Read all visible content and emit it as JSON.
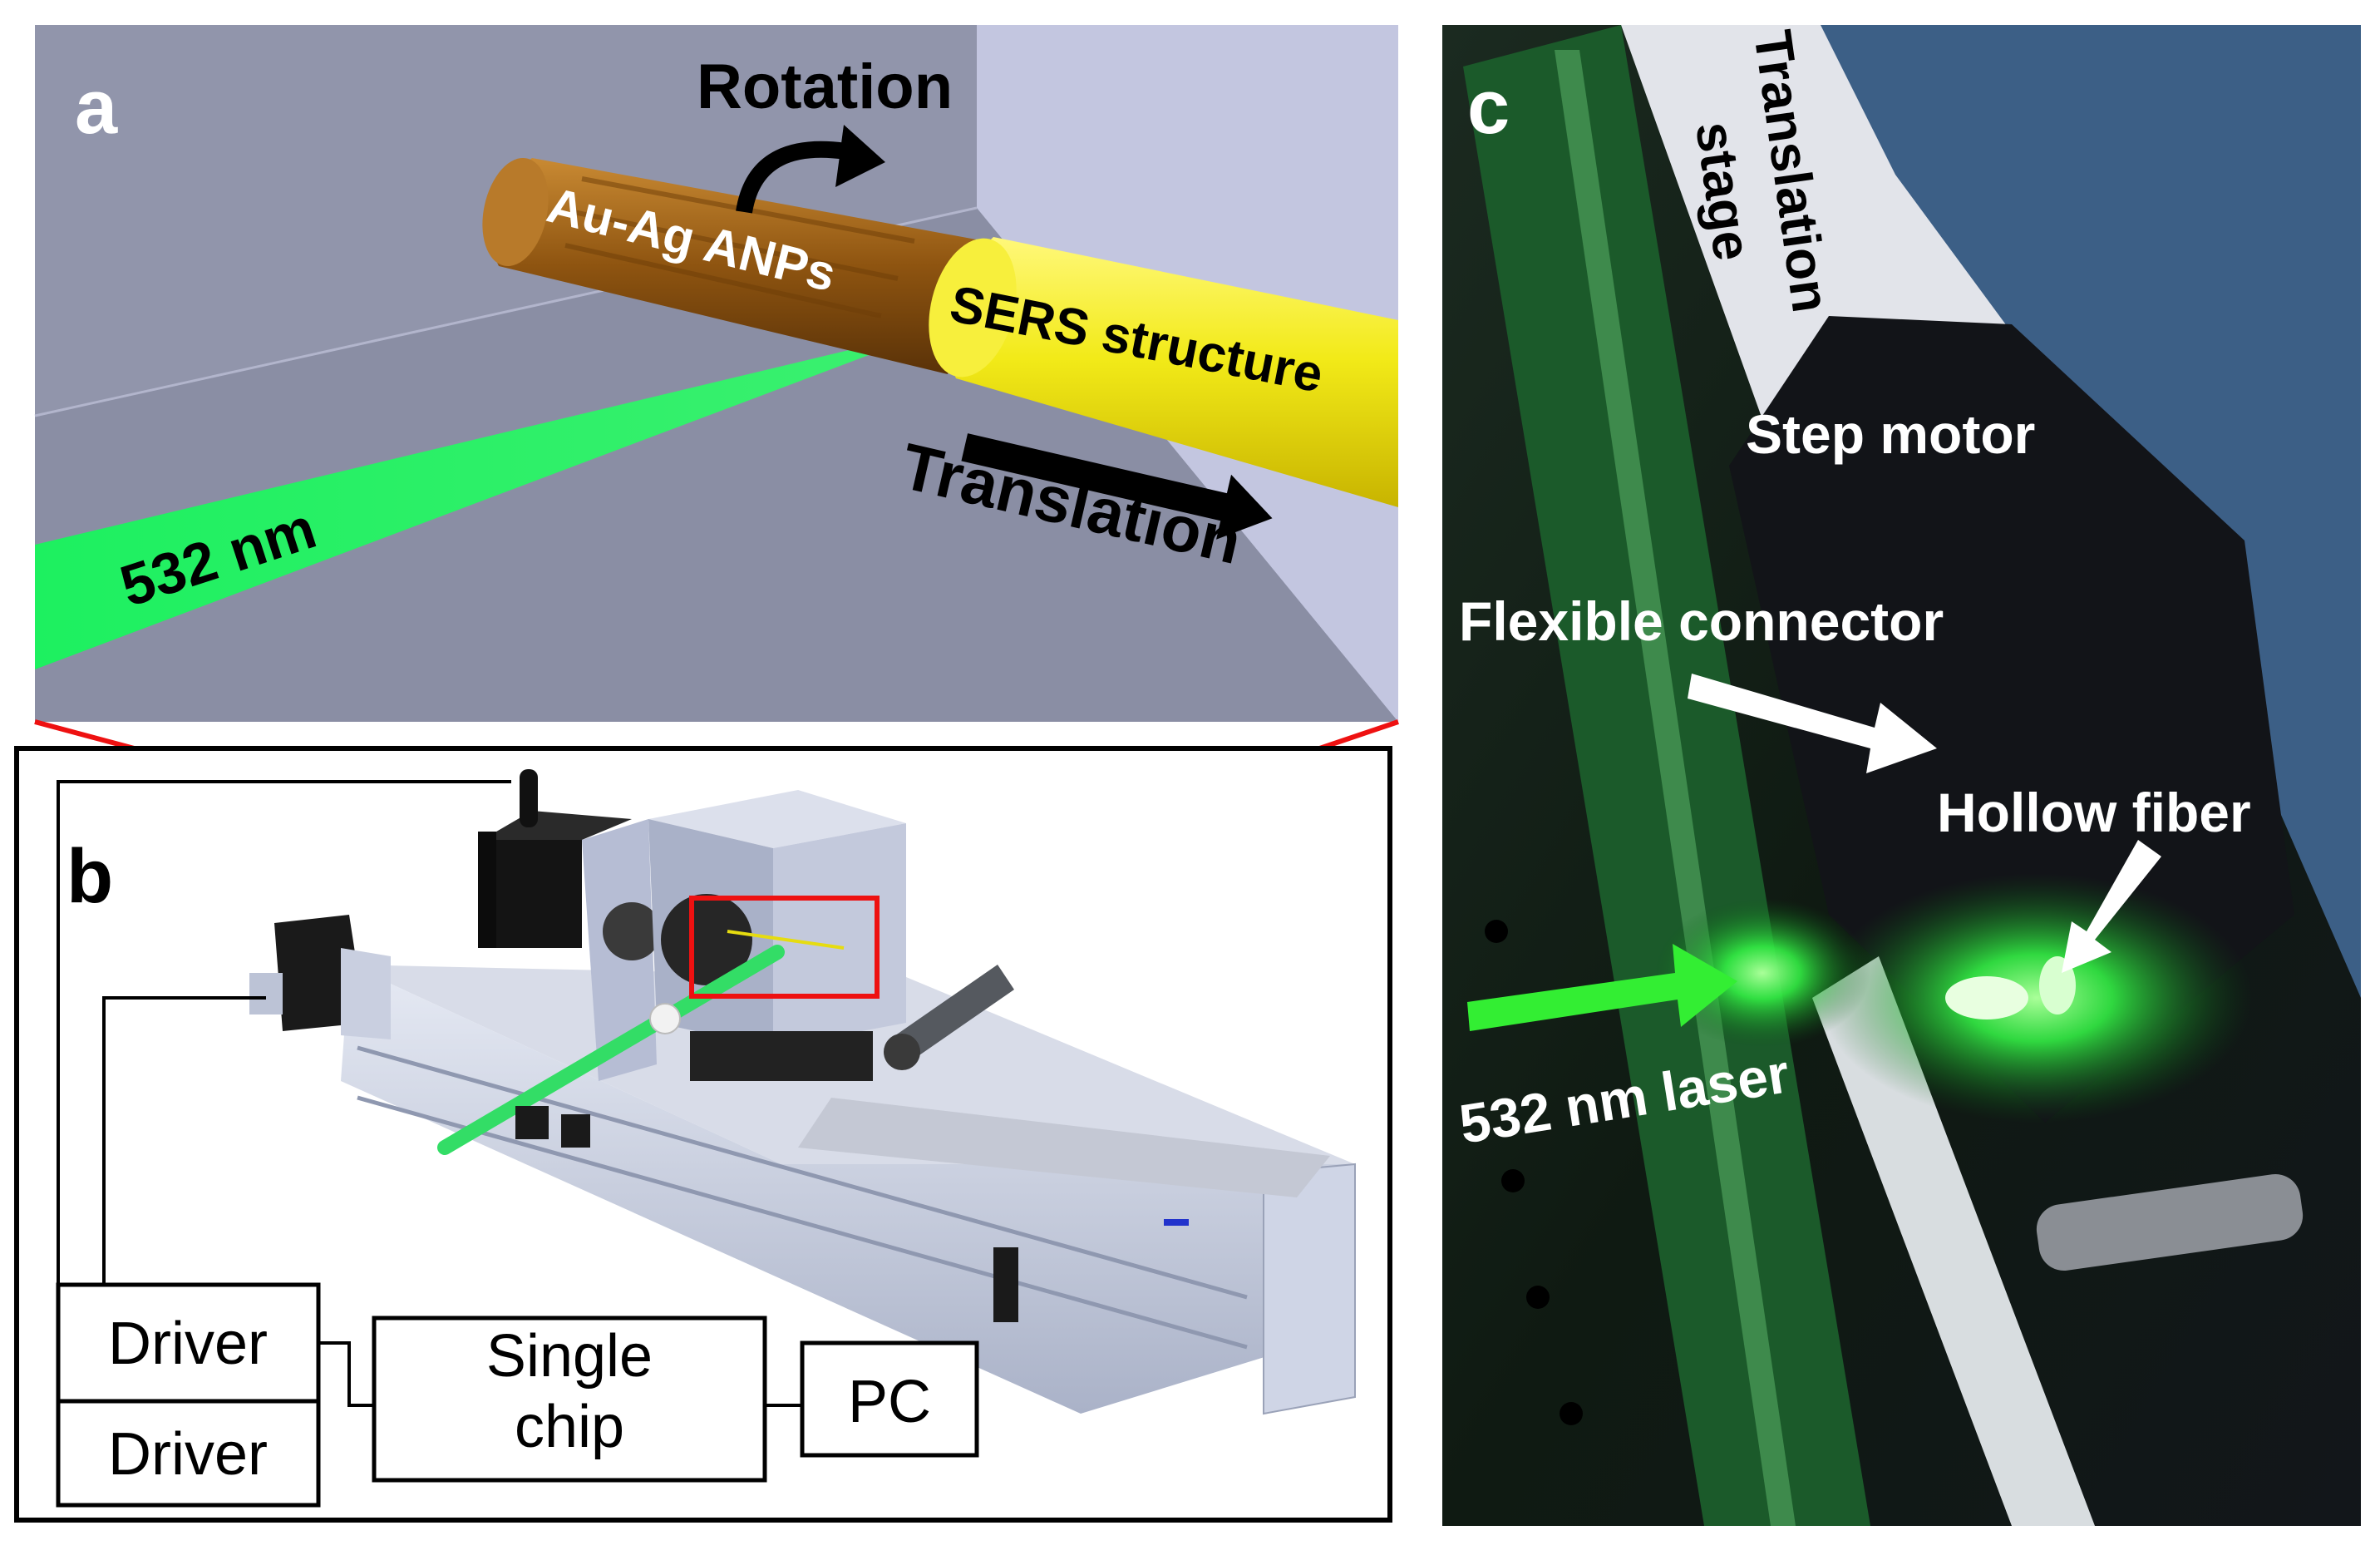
{
  "panel_a": {
    "letter": "a",
    "rotation_label": "Rotation",
    "anp_label": "Au-Ag ANPs",
    "sers_label": "SERS structure",
    "translation_label": "Translation",
    "laser_label": "532 nm"
  },
  "panel_b": {
    "letter": "b",
    "driver1_label": "Driver",
    "driver2_label": "Driver",
    "chip_line1": "Single",
    "chip_line2": "chip",
    "pc_label": "PC"
  },
  "panel_c": {
    "letter": "c",
    "stage_line1": "Translation",
    "stage_line2": "stage",
    "motor_label": "Step motor",
    "connector_label": "Flexible connector",
    "fiber_label": "Hollow fiber",
    "laser_label": "532 nm laser"
  },
  "colors": {
    "laser_green": "#22ee55",
    "zoom_red": "#ee1111",
    "sers_yellow": "#f2ea18",
    "anp_brown": "#9a5e14",
    "scene_gray": "#8e92a8",
    "stage_blue": "#c8d0e4"
  }
}
